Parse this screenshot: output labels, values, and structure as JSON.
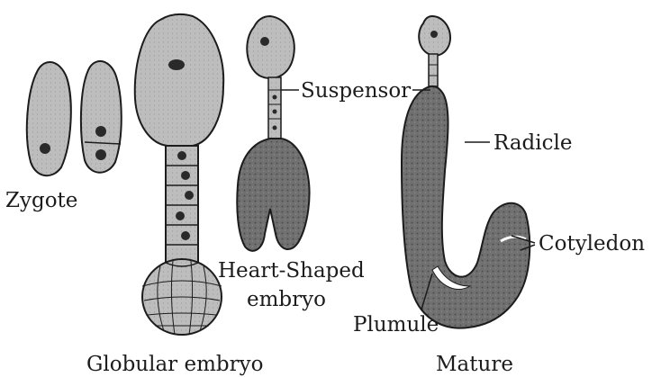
{
  "labels": {
    "zygote": "Zygote",
    "globular": "Globular embryo",
    "suspensor": "Suspensor",
    "heart_line1": "Heart-Shaped",
    "heart_line2": "embryo",
    "radicle": "Radicle",
    "cotyledon": "Cotyledon",
    "plumule": "Plumule",
    "mature": "Mature"
  },
  "colors": {
    "ink": "#1c1c1c",
    "cell_fill": "#c9c9c9",
    "dense_fill": "#6b6b6b",
    "nucleus": "#2a2a2a"
  }
}
